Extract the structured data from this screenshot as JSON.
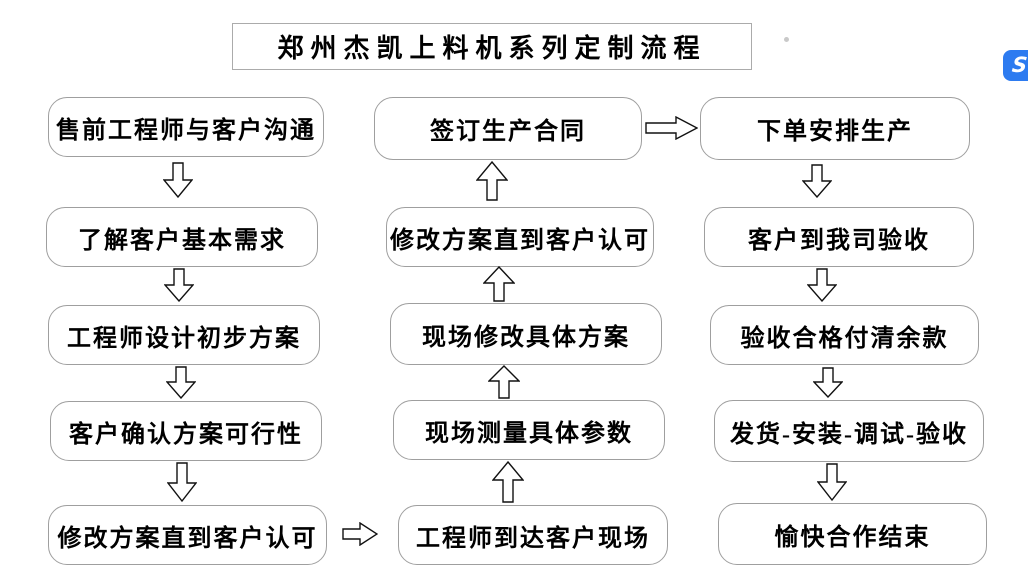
{
  "title": "郑州杰凯上料机系列定制流程",
  "columns": {
    "left": {
      "steps": [
        "售前工程师与客户沟通",
        "了解客户基本需求",
        "工程师设计初步方案",
        "客户确认方案可行性",
        "修改方案直到客户认可"
      ]
    },
    "middle": {
      "steps": [
        "签订生产合同",
        "修改方案直到客户认可",
        "现场修改具体方案",
        "现场测量具体参数",
        "工程师到达客户现场"
      ]
    },
    "right": {
      "steps": [
        "下单安排生产",
        "客户到我司验收",
        "验收合格付清余款",
        "发货-安装-调试-验收",
        "愉快合作结束"
      ]
    }
  },
  "icons": {
    "down_arrow": "down-arrow-icon",
    "up_arrow": "up-arrow-icon",
    "right_arrow": "right-arrow-icon",
    "overlay_badge": "s-logo-icon"
  },
  "badge": {
    "glyph": "S"
  },
  "colors": {
    "background": "#ffffff",
    "box_border": "#9f9f9f",
    "text": "#000000",
    "badge_blue": "#2d7bf0",
    "arrow_outline": "#111111"
  }
}
